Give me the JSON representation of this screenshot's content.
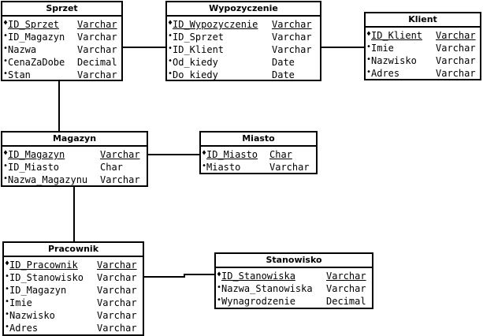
{
  "colors": {
    "line": "#000000",
    "background": "#ffffff"
  },
  "bullets": {
    "key": "♦",
    "field": "•"
  },
  "tables": {
    "sprzet": {
      "title": "Sprzet",
      "rows": [
        {
          "name": "ID_Sprzet",
          "type": "Varchar",
          "pk": true
        },
        {
          "name": "ID_Magazyn",
          "type": "Varchar",
          "pk": false
        },
        {
          "name": "Nazwa",
          "type": "Varchar",
          "pk": false
        },
        {
          "name": "CenaZaDobe",
          "type": "Decimal",
          "pk": false
        },
        {
          "name": "Stan",
          "type": "Varchar",
          "pk": false
        }
      ]
    },
    "wypozyczenie": {
      "title": "Wypozyczenie",
      "rows": [
        {
          "name": "ID_Wypozyczenie",
          "type": "Varchar",
          "pk": true
        },
        {
          "name": "ID_Sprzet",
          "type": "Varchar",
          "pk": false
        },
        {
          "name": "ID_Klient",
          "type": "Varchar",
          "pk": false
        },
        {
          "name": "Od_kiedy",
          "type": "Date",
          "pk": false
        },
        {
          "name": "Do_kiedy",
          "type": "Date",
          "pk": false
        }
      ]
    },
    "klient": {
      "title": "Klient",
      "rows": [
        {
          "name": "ID_Klient",
          "type": "Varchar",
          "pk": true
        },
        {
          "name": "Imie",
          "type": "Varchar",
          "pk": false
        },
        {
          "name": "Nazwisko",
          "type": "Varchar",
          "pk": false
        },
        {
          "name": "Adres",
          "type": "Varchar",
          "pk": false
        }
      ]
    },
    "magazyn": {
      "title": "Magazyn",
      "rows": [
        {
          "name": "ID_Magazyn",
          "type": "Varchar",
          "pk": true
        },
        {
          "name": "ID_Miasto",
          "type": "Char",
          "pk": false
        },
        {
          "name": "Nazwa_Magazynu",
          "type": "Varchar",
          "pk": false
        }
      ]
    },
    "miasto": {
      "title": "Miasto",
      "rows": [
        {
          "name": "ID_Miasto",
          "type": "Char",
          "pk": true
        },
        {
          "name": "Miasto",
          "type": "Varchar",
          "pk": false
        }
      ]
    },
    "pracownik": {
      "title": "Pracownik",
      "rows": [
        {
          "name": "ID_Pracownik",
          "type": "Varchar",
          "pk": true
        },
        {
          "name": "ID_Stanowisko",
          "type": "Varchar",
          "pk": false
        },
        {
          "name": "ID_Magazyn",
          "type": "Varchar",
          "pk": false
        },
        {
          "name": "Imie",
          "type": "Varchar",
          "pk": false
        },
        {
          "name": "Nazwisko",
          "type": "Varchar",
          "pk": false
        },
        {
          "name": "Adres",
          "type": "Varchar",
          "pk": false
        }
      ]
    },
    "stanowisko": {
      "title": "Stanowisko",
      "rows": [
        {
          "name": "ID_Stanowiska",
          "type": "Varchar",
          "pk": true
        },
        {
          "name": "Nazwa_Stanowiska",
          "type": "Varchar",
          "pk": false
        },
        {
          "name": "Wynagrodzenie",
          "type": "Decimal",
          "pk": false
        }
      ]
    }
  },
  "relations": [
    {
      "from": "sprzet",
      "to": "wypozyczenie"
    },
    {
      "from": "wypozyczenie",
      "to": "klient"
    },
    {
      "from": "sprzet",
      "to": "magazyn"
    },
    {
      "from": "magazyn",
      "to": "miasto"
    },
    {
      "from": "magazyn",
      "to": "pracownik"
    },
    {
      "from": "pracownik",
      "to": "stanowisko"
    }
  ]
}
